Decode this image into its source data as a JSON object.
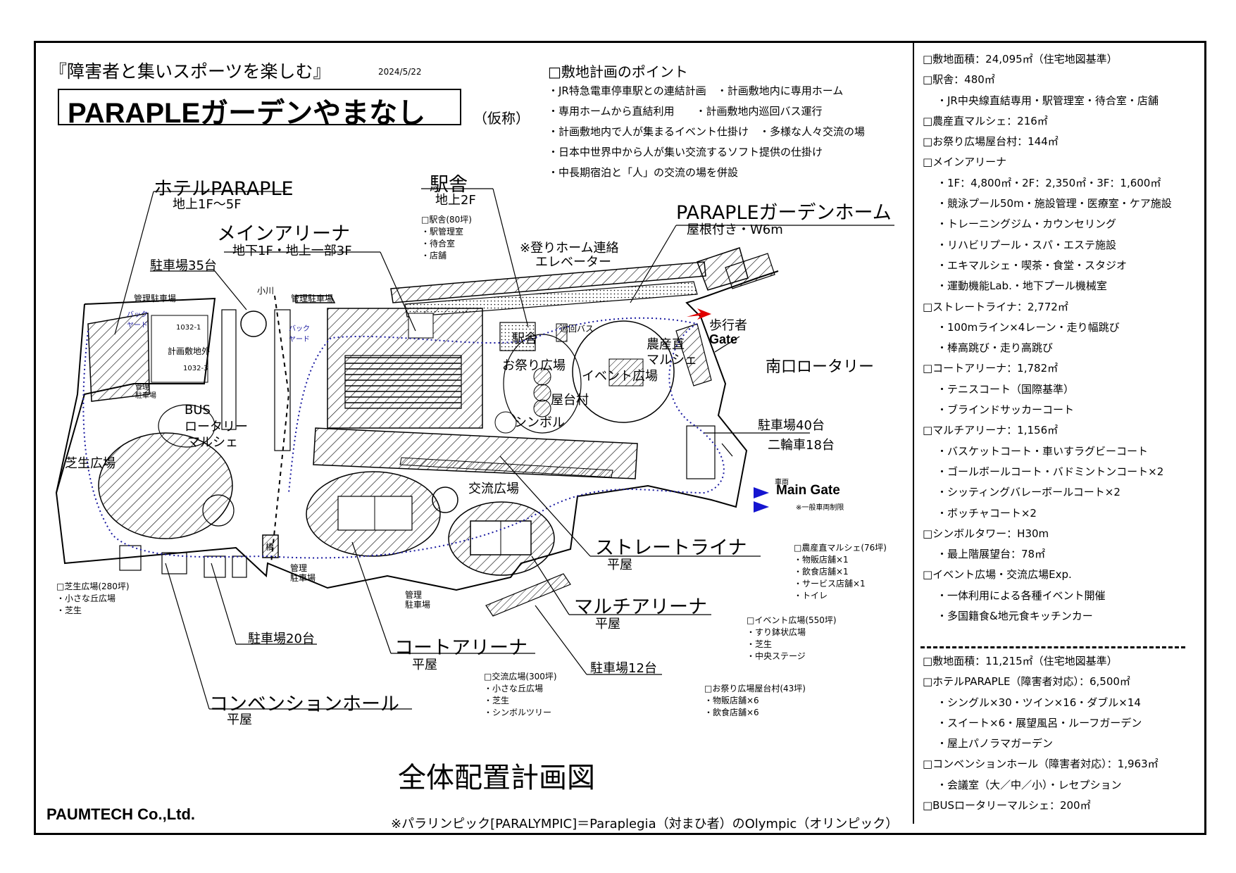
{
  "header": {
    "subtitle": "『障害者と集いスポーツを楽しむ』",
    "date": "2024/5/22",
    "title": "PARAPLEガーデンやまなし",
    "kasho": "（仮称）"
  },
  "points": {
    "heading": "□敷地計画のポイント",
    "items": [
      "・JR特急電車停車駅との連結計画　・計画敷地内に専用ホーム",
      "・専用ホームから直結利用　　・計画敷地内巡回バス運行",
      "・計画敷地内で人が集まるイベント仕掛け　・多様な人々交流の場",
      "・日本中世界中から人が集い交流するソフト提供の仕掛け",
      "・中長期宿泊と「人」の交流の場を併設"
    ]
  },
  "labels": {
    "hotel": "ホテルPARAPLE",
    "hotel_sub": "地上1F～5F",
    "station": "駅舎",
    "station_sub": "地上2F",
    "station_note": [
      "□駅舎(80坪)",
      "・駅管理室",
      "・待合室",
      "・店舗"
    ],
    "main_arena": "メインアリーナ",
    "main_arena_sub": "地下1F・地上一部3F",
    "home": "PARAPLEガーデンホーム",
    "home_sub": "屋根付き・W6m",
    "elevator": "※登りホーム連絡",
    "elevator2": "エレベーター",
    "parking35": "駐車場35台",
    "ogawa": "小川",
    "kanri_left": "管理駐車場",
    "kanri_mid": "管理駐車場",
    "back_yard_l": "バック\nヤード",
    "back_yard_r": "バック\nヤード",
    "lot_1032_1": "1032-1",
    "outside": "計画敷地外",
    "lot_1032_3": "1032-3",
    "kanri_small": "管理\n駐車場",
    "bus": "BUS",
    "bus_rotary": "ロータリー",
    "bus_marche": "マルシェ",
    "lawn": "芝生広場",
    "station_map": "駅舎",
    "loop_bus": "巡回バス",
    "festival": "お祭り広場",
    "stalls": "屋台村",
    "symbol": "シンボル",
    "event": "イベント広場",
    "farm": "農産直",
    "farm2": "マルシェ",
    "pedestrian": "歩行者",
    "gate": "Gate",
    "south": "南口ロータリー",
    "parking40": "駐車場40台",
    "bikes": "二輪車18台",
    "vehicle": "車両",
    "main_gate": "Main Gate",
    "vehicle_limit": "※一般車両制限",
    "exchange": "交流広場",
    "straight": "ストレートライナ",
    "straight_sub": "平屋",
    "multi": "マルチアリーナ",
    "multi_sub": "平屋",
    "court": "コートアリーナ",
    "court_sub": "平屋",
    "parking12": "駐車場12台",
    "parking20": "駐車場20台",
    "convention": "コンベンションホール",
    "convention_sub": "平屋",
    "kanri_a": "管理\n駐車場",
    "kanri_b": "管理\n駐車場",
    "bridge": "橋"
  },
  "notes": {
    "lawn_note": [
      "□芝生広場(280坪)",
      "・小さな丘広場",
      "・芝生"
    ],
    "farm_note": [
      "□農産直マルシェ(76坪)",
      "・物販店舗×1",
      "・飲食店舗×1",
      "・サービス店舗×1",
      "・トイレ"
    ],
    "event_note": [
      "□イベント広場(550坪)",
      "・すり鉢状広場",
      "・芝生",
      "・中央ステージ"
    ],
    "exchange_note": [
      "□交流広場(300坪)",
      "・小さな丘広場",
      "・芝生",
      "・シンボルツリー"
    ],
    "festival_note": [
      "□お祭り広場屋台村(43坪)",
      "・物販店舗×6",
      "・飲食店舗×6"
    ]
  },
  "plan_title": "全体配置計画図",
  "company": "PAUMTECH Co.,Ltd.",
  "footnote": "※パラリンピック[PARALYMPIC]＝Paraplegia（対まひ者）のOlympic（オリンピック）",
  "specs_a": [
    {
      "t": "□敷地面積：24,095㎡（住宅地図基準）",
      "i": false
    },
    {
      "t": "□駅舎：480㎡",
      "i": false
    },
    {
      "t": "・JR中央線直結専用・駅管理室・待合室・店舗",
      "i": true
    },
    {
      "t": "□農産直マルシェ：216㎡",
      "i": false
    },
    {
      "t": "□お祭り広場屋台村：144㎡",
      "i": false
    },
    {
      "t": "□メインアリーナ",
      "i": false
    },
    {
      "t": "・1F：4,800㎡・2F：2,350㎡・3F：1,600㎡",
      "i": true
    },
    {
      "t": "・競泳プール50m・施設管理・医療室・ケア施設",
      "i": true
    },
    {
      "t": "・トレーニングジム・カウンセリング",
      "i": true
    },
    {
      "t": "・リハビリプール・スパ・エステ施設",
      "i": true
    },
    {
      "t": "・エキマルシェ・喫茶・食堂・スタジオ",
      "i": true
    },
    {
      "t": "・運動機能Lab.・地下プール機械室",
      "i": true
    },
    {
      "t": "□ストレートライナ：2,772㎡",
      "i": false
    },
    {
      "t": "・100mライン×4レーン・走り幅跳び",
      "i": true
    },
    {
      "t": "・棒高跳び・走り高跳び",
      "i": true
    },
    {
      "t": "□コートアリーナ：1,782㎡",
      "i": false
    },
    {
      "t": "・テニスコート（国際基準）",
      "i": true
    },
    {
      "t": "・ブラインドサッカーコート",
      "i": true
    },
    {
      "t": "□マルチアリーナ：1,156㎡",
      "i": false
    },
    {
      "t": "・バスケットコート・車いすラグビーコート",
      "i": true
    },
    {
      "t": "・ゴールボールコート・バドミントンコート×2",
      "i": true
    },
    {
      "t": "・シッティングバレーボールコート×2",
      "i": true
    },
    {
      "t": "・ボッチャコート×2",
      "i": true
    },
    {
      "t": "□シンボルタワー：H30m",
      "i": false
    },
    {
      "t": "・最上階展望台：78㎡",
      "i": true
    },
    {
      "t": "□イベント広場・交流広場Exp.",
      "i": false
    },
    {
      "t": "・一体利用による各種イベント開催",
      "i": true
    },
    {
      "t": "・多国籍食&地元食キッチンカー",
      "i": true
    }
  ],
  "specs_b": [
    {
      "t": "□敷地面積：11,215㎡（住宅地図基準）",
      "i": false
    },
    {
      "t": "□ホテルPARAPLE（障害者対応）：6,500㎡",
      "i": false
    },
    {
      "t": "・シングル×30・ツイン×16・ダブル×14",
      "i": true
    },
    {
      "t": "・スイート×6・展望風呂・ルーフガーデン",
      "i": true
    },
    {
      "t": "・屋上パノラマガーデン",
      "i": true
    },
    {
      "t": "□コンベンションホール（障害者対応）：1,963㎡",
      "i": false
    },
    {
      "t": "・会議室（大／中／小）・レセプション",
      "i": true
    },
    {
      "t": "□BUSロータリーマルシェ：200㎡",
      "i": false
    }
  ]
}
